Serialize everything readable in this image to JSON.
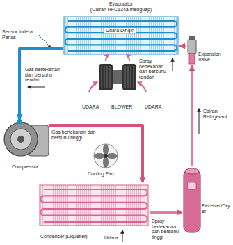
{
  "diagram": {
    "nodes": [
      {
        "text": [
          "Evaporator",
          "(Cairan HFC134a menguap)"
        ]
      },
      {
        "text": [
          "Expansion Valve"
        ]
      },
      {
        "text": [
          "Compressor"
        ]
      },
      {
        "text": [
          "Receiver/Dryer"
        ]
      },
      {
        "text": [
          "Condenser (Liquefier)"
        ]
      }
    ],
    "edges": [
      {
        "from": 0,
        "to": 2,
        "arrow": "to"
      },
      {
        "from": 2,
        "to": 4,
        "arrow": "to"
      },
      {
        "from": 4,
        "to": 3,
        "arrow": "to"
      },
      {
        "from": 3,
        "to": 1,
        "arrow": "to"
      },
      {
        "from": 1,
        "to": 0,
        "arrow": "to"
      }
    ],
    "labels": [
      "Udara Dingin",
      "Sensor Indera Panas",
      "Spray bertekanan dan bersuhu rendah",
      "Gas bertekanan dan bersuhu rendah",
      "UDARA",
      "BLOWER",
      "UDARA",
      "Cairan Refrigerant",
      "Gas bertekanan dan bersuhu tinggi",
      "Cooling Fan",
      "Udara",
      "Spray bertekanan dan bersuhu tinggi"
    ]
  }
}
